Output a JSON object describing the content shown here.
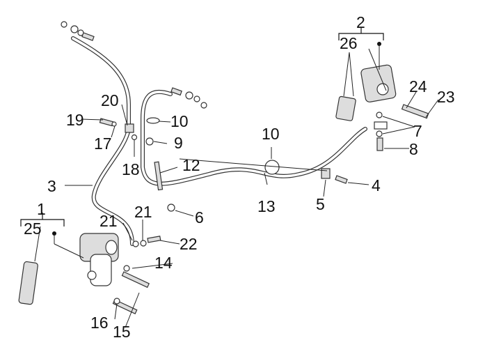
{
  "diagram": {
    "type": "exploded-parts-diagram",
    "subject": "front brake hose, master cylinder and caliper assembly",
    "callouts": [
      {
        "id": "c1",
        "label": "1",
        "part": "brake caliper assembly (group)"
      },
      {
        "id": "c2",
        "label": "2",
        "part": "brake master cylinder assembly (group)"
      },
      {
        "id": "c3",
        "label": "3",
        "part": "brake hose (upper to caliper)"
      },
      {
        "id": "c4",
        "label": "4",
        "part": "screw"
      },
      {
        "id": "c5",
        "label": "5",
        "part": "hose clip bracket"
      },
      {
        "id": "c6",
        "label": "6",
        "part": "hose clip"
      },
      {
        "id": "c7",
        "label": "7",
        "part": "sealing washers"
      },
      {
        "id": "c8",
        "label": "8",
        "part": "banjo bolt"
      },
      {
        "id": "c9",
        "label": "9",
        "part": "hose clip"
      },
      {
        "id": "c10a",
        "label": "10",
        "part": "hose band"
      },
      {
        "id": "c10b",
        "label": "10",
        "part": "hose band"
      },
      {
        "id": "c12",
        "label": "12",
        "part": "protective sleeve"
      },
      {
        "id": "c13",
        "label": "13",
        "part": "brake hose (master cylinder)"
      },
      {
        "id": "c14",
        "label": "14",
        "part": "washer"
      },
      {
        "id": "c15",
        "label": "15",
        "part": "caliper bolt"
      },
      {
        "id": "c16",
        "label": "16",
        "part": "washer"
      },
      {
        "id": "c17",
        "label": "17",
        "part": "washer"
      },
      {
        "id": "c18",
        "label": "18",
        "part": "nut"
      },
      {
        "id": "c19",
        "label": "19",
        "part": "screw"
      },
      {
        "id": "c20",
        "label": "20",
        "part": "hose bracket"
      },
      {
        "id": "c21a",
        "label": "21",
        "part": "sealing washer"
      },
      {
        "id": "c21b",
        "label": "21",
        "part": "sealing washer"
      },
      {
        "id": "c22",
        "label": "22",
        "part": "banjo bolt"
      },
      {
        "id": "c23",
        "label": "23",
        "part": "pivot bolt"
      },
      {
        "id": "c24",
        "label": "24",
        "part": "bushing"
      },
      {
        "id": "c25",
        "label": "25",
        "part": "brake pads"
      },
      {
        "id": "c26",
        "label": "26",
        "part": "master cylinder cover / diaphragm"
      }
    ],
    "groups": [
      {
        "label": "1",
        "members": [
          "25",
          "caliper"
        ]
      },
      {
        "label": "2",
        "members": [
          "26",
          "master cylinder"
        ]
      }
    ]
  }
}
